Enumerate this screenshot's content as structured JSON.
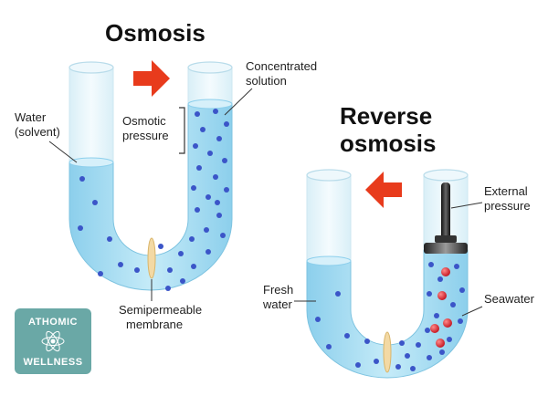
{
  "osmosis": {
    "title": "Osmosis",
    "labels": {
      "concentrated_solution": [
        "Concentrated",
        "solution"
      ],
      "water_solvent": [
        "Water",
        "(solvent)"
      ],
      "osmotic_pressure": [
        "Osmotic",
        "pressure"
      ],
      "semipermeable_membrane": [
        "Semipermeable",
        "membrane"
      ]
    }
  },
  "reverse_osmosis": {
    "title": [
      "Reverse",
      "osmosis"
    ],
    "labels": {
      "external_pressure": [
        "External",
        "pressure"
      ],
      "fresh_water": [
        "Fresh",
        "water"
      ],
      "seawater": [
        "Seawater"
      ]
    }
  },
  "badge": {
    "top": "ATHOMIC",
    "bottom": "WELLNESS"
  },
  "colors": {
    "water": "#a9dcf0",
    "water_deep": "#7fc6e6",
    "tube_glass": "#e8f6fb",
    "solute_blue": "#3b55c8",
    "solute_red": "#d11f2a",
    "arrow": "#e83b1c",
    "membrane": "#f3d9a4",
    "badge": "#6aa8a6"
  }
}
